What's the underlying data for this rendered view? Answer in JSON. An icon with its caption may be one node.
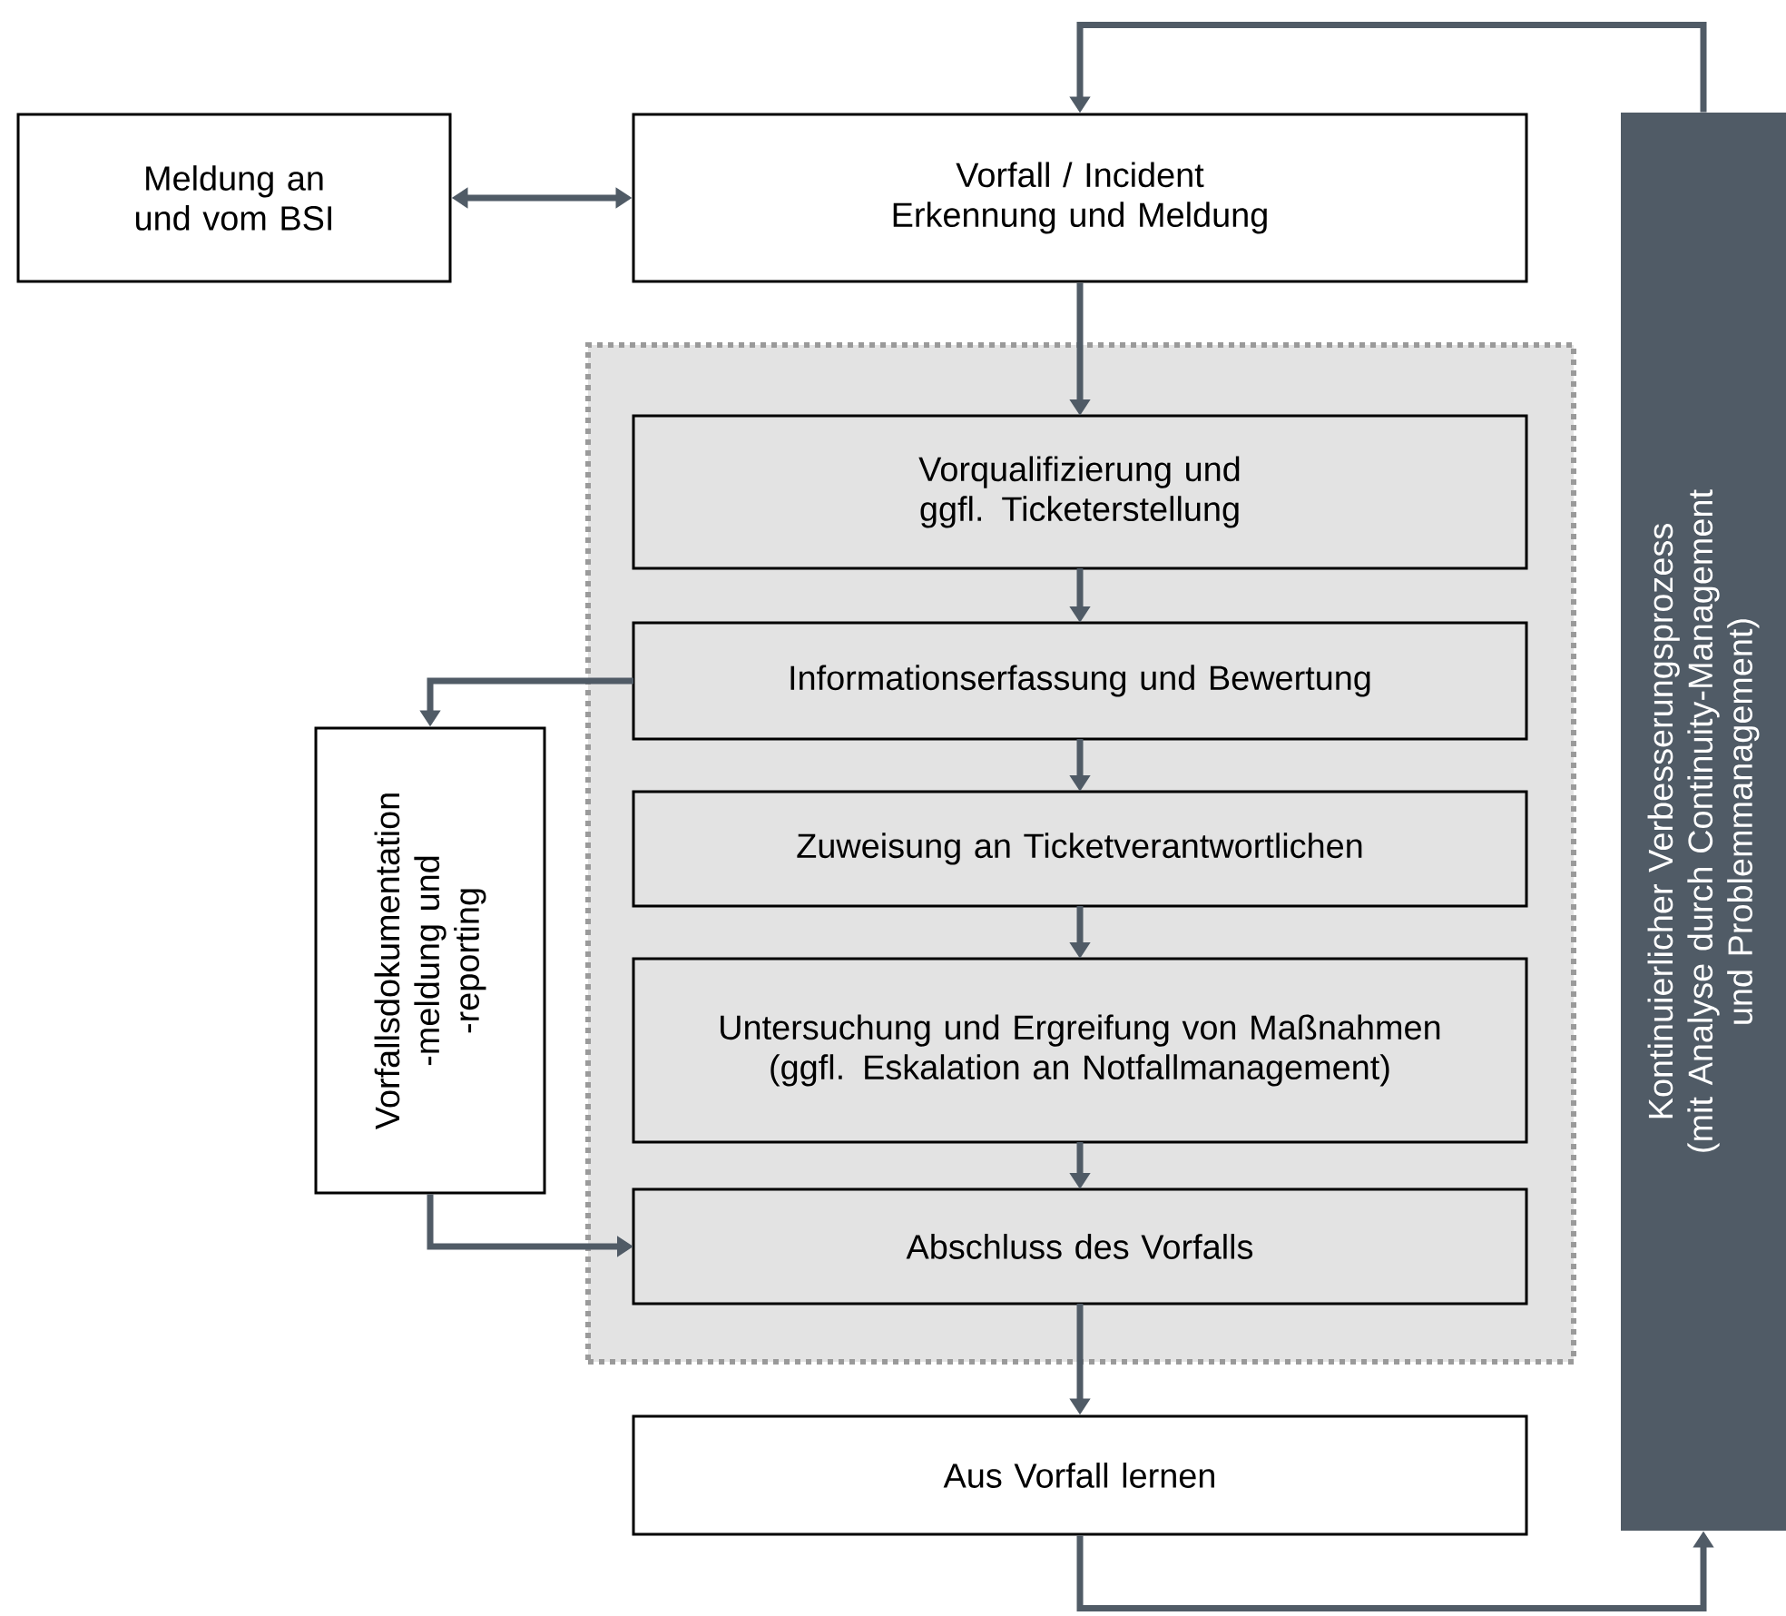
{
  "diagram": {
    "nodes": [
      {
        "text": [
          "Meldung an und vom BSI"
        ]
      },
      {
        "text": [
          "Vorfall / Incident Erkennung und Meldung"
        ]
      },
      {
        "text": [],
        "shape": "box"
      },
      {
        "text": [
          "Vorqualifizierung und ggfl. Ticketerstellung"
        ],
        "in": 2
      },
      {
        "text": [
          "Informationserfassung und Bewertung"
        ],
        "in": 2
      },
      {
        "text": [
          "Zuweisung an Ticketverantwortlichen"
        ],
        "in": 2
      },
      {
        "text": [
          "Untersuchung und Ergreifung von Maßnahmen (ggfl. Eskalation an Notfallmanagement)"
        ],
        "in": 2
      },
      {
        "text": [
          "Abschluss des Vorfalls"
        ],
        "in": 2
      },
      {
        "text": [
          "Vorfallsdokumentation -meldung und -reporting"
        ]
      },
      {
        "text": [
          "Aus Vorfall lernen"
        ]
      },
      {
        "text": [
          "Kontinuierlicher Verbesserungsprozess (mit Analyse durch Continuity-Management und Problemmanagement)"
        ]
      }
    ],
    "edges": [
      {
        "from": 0,
        "to": 1,
        "arrow": "both"
      },
      {
        "from": 1,
        "to": 3,
        "arrow": "to"
      },
      {
        "from": 3,
        "to": 4,
        "arrow": "to"
      },
      {
        "from": 4,
        "to": 5,
        "arrow": "to"
      },
      {
        "from": 5,
        "to": 6,
        "arrow": "to"
      },
      {
        "from": 6,
        "to": 7,
        "arrow": "to"
      },
      {
        "from": 4,
        "to": 8,
        "arrow": "to"
      },
      {
        "from": 8,
        "to": 7,
        "arrow": "to"
      },
      {
        "from": 7,
        "to": 9,
        "arrow": "to"
      },
      {
        "from": 9,
        "to": 10,
        "arrow": "to"
      },
      {
        "from": 10,
        "to": 1,
        "arrow": "to"
      }
    ]
  }
}
